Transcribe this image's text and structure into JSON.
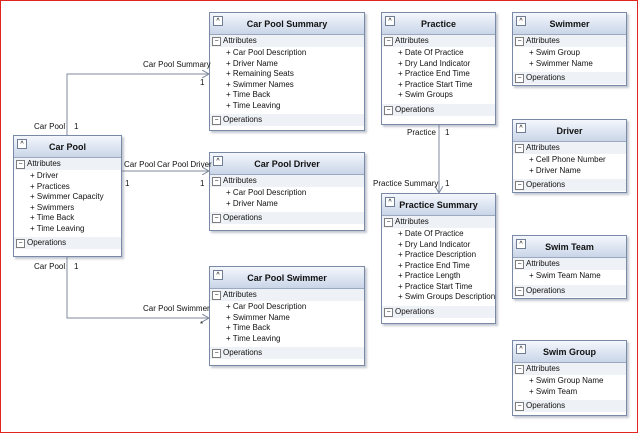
{
  "diagram": {
    "section_labels": {
      "attributes": "Attributes",
      "operations": "Operations"
    },
    "classes": [
      {
        "id": "car-pool",
        "name": "Car Pool",
        "attributes": [
          "Driver",
          "Practices",
          "Swimmer Capacity",
          "Swimmers",
          "Time Back",
          "Time Leaving"
        ]
      },
      {
        "id": "car-pool-summary",
        "name": "Car Pool Summary",
        "attributes": [
          "Car Pool Description",
          "Driver Name",
          "Remaining Seats",
          "Swimmer Names",
          "Time Back",
          "Time Leaving"
        ]
      },
      {
        "id": "car-pool-driver",
        "name": "Car Pool Driver",
        "attributes": [
          "Car Pool Description",
          "Driver Name"
        ]
      },
      {
        "id": "car-pool-swimmer",
        "name": "Car Pool Swimmer",
        "attributes": [
          "Car Pool Description",
          "Swimmer Name",
          "Time Back",
          "Time Leaving"
        ]
      },
      {
        "id": "practice",
        "name": "Practice",
        "attributes": [
          "Date Of Practice",
          "Dry Land Indicator",
          "Practice End Time",
          "Practice Start Time",
          "Swim Groups"
        ]
      },
      {
        "id": "practice-summary",
        "name": "Practice Summary",
        "attributes": [
          "Date Of Practice",
          "Dry Land Indicator",
          "Practice Description",
          "Practice End Time",
          "Practice Length",
          "Practice Start Time",
          "Swim Groups Description"
        ]
      },
      {
        "id": "swimmer",
        "name": "Swimmer",
        "attributes": [
          "Swim Group",
          "Swimmer Name"
        ]
      },
      {
        "id": "driver",
        "name": "Driver",
        "attributes": [
          "Cell Phone Number",
          "Driver Name"
        ]
      },
      {
        "id": "swim-team",
        "name": "Swim Team",
        "attributes": [
          "Swim Team Name"
        ]
      },
      {
        "id": "swim-group",
        "name": "Swim Group",
        "attributes": [
          "Swim Group Name",
          "Swim Team"
        ]
      }
    ],
    "associations": [
      {
        "id": "summary",
        "from": "car-pool",
        "to": "car-pool-summary",
        "source_role": "Car Pool",
        "source_mult": "1",
        "target_role": "Car Pool Summary",
        "target_mult": "1"
      },
      {
        "id": "driver",
        "from": "car-pool",
        "to": "car-pool-driver",
        "source_role": "Car Pool",
        "source_mult": "1",
        "target_role": "Car Pool Driver",
        "target_mult": "1"
      },
      {
        "id": "swimmer",
        "from": "car-pool",
        "to": "car-pool-swimmer",
        "source_role": "Car Pool",
        "source_mult": "1",
        "target_role": "Car Pool Swimmer",
        "target_mult": "*"
      },
      {
        "id": "practice",
        "from": "practice",
        "to": "practice-summary",
        "source_role": "Practice",
        "source_mult": "1",
        "target_role": "Practice Summary",
        "target_mult": "1"
      }
    ]
  },
  "colors": {
    "header_top": "#f4f7fc",
    "header_bottom": "#c9d5e8",
    "border": "#7a8aa6",
    "section_bg": "#eef1f5",
    "line": "#7f8a9c",
    "frame": "#e0261c"
  }
}
